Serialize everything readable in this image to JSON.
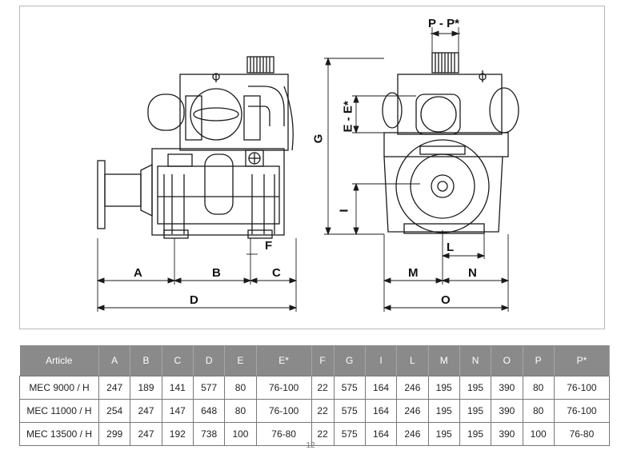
{
  "drawing": {
    "labels": {
      "a": "A",
      "b": "B",
      "c": "C",
      "d": "D",
      "f": "F",
      "g": "G",
      "i": "I",
      "l": "L",
      "m": "M",
      "n": "N",
      "o": "O",
      "p": "P - P*",
      "e": "E - E*"
    }
  },
  "table": {
    "headers": [
      "Article",
      "A",
      "B",
      "C",
      "D",
      "E",
      "E*",
      "F",
      "G",
      "I",
      "L",
      "M",
      "N",
      "O",
      "P",
      "P*"
    ],
    "rows": [
      [
        "MEC 9000 / H",
        "247",
        "189",
        "141",
        "577",
        "80",
        "76-100",
        "22",
        "575",
        "164",
        "246",
        "195",
        "195",
        "390",
        "80",
        "76-100"
      ],
      [
        "MEC 11000 / H",
        "254",
        "247",
        "147",
        "648",
        "80",
        "76-100",
        "22",
        "575",
        "164",
        "246",
        "195",
        "195",
        "390",
        "80",
        "76-100"
      ],
      [
        "MEC 13500 / H",
        "299",
        "247",
        "192",
        "738",
        "100",
        "76-80",
        "22",
        "575",
        "164",
        "246",
        "195",
        "195",
        "390",
        "100",
        "76-80"
      ]
    ]
  },
  "page_number": "12"
}
